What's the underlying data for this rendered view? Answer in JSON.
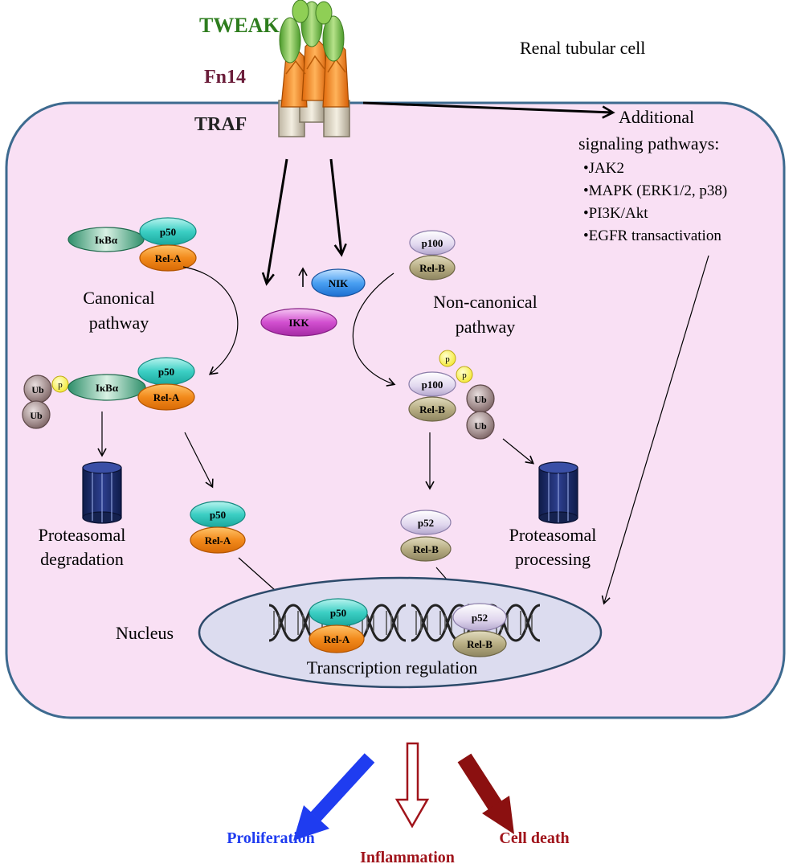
{
  "labels": {
    "tweak": "TWEAK",
    "fn14": "Fn14",
    "traf": "TRAF",
    "cell_type": "Renal tubular cell",
    "additional_title_1": "Additional",
    "additional_title_2": "signaling pathways:",
    "pathways": [
      "•JAK2",
      "•MAPK (ERK1/2, p38)",
      "•PI3K/Akt",
      "•EGFR transactivation"
    ],
    "canonical_1": "Canonical",
    "canonical_2": "pathway",
    "noncanonical_1": "Non-canonical",
    "noncanonical_2": "pathway",
    "prot_deg_1": "Proteasomal",
    "prot_deg_2": "degradation",
    "prot_proc_1": "Proteasomal",
    "prot_proc_2": "processing",
    "nucleus": "Nucleus",
    "transcription": "Transcription regulation",
    "proliferation": "Proliferation",
    "inflammation": "Inflammation",
    "cell_death": "Cell death"
  },
  "molecules": {
    "ikba": "IκBα",
    "p50": "p50",
    "rela": "Rel-A",
    "p100": "p100",
    "relb": "Rel-B",
    "nik": "NIK",
    "ikk": "IKK",
    "ub": "Ub",
    "p": "p",
    "p52": "p52"
  },
  "colors": {
    "tweak_text": "#2e7d1e",
    "fn14_text": "#6b1d3a",
    "cell_fill": "#f9e0f4",
    "cell_stroke": "#3d6a8f",
    "nucleus_fill": "#dcdcef",
    "proliferation": "#1f3cf0",
    "inflammation": "#a0141b",
    "cell_death": "#8b1010"
  }
}
